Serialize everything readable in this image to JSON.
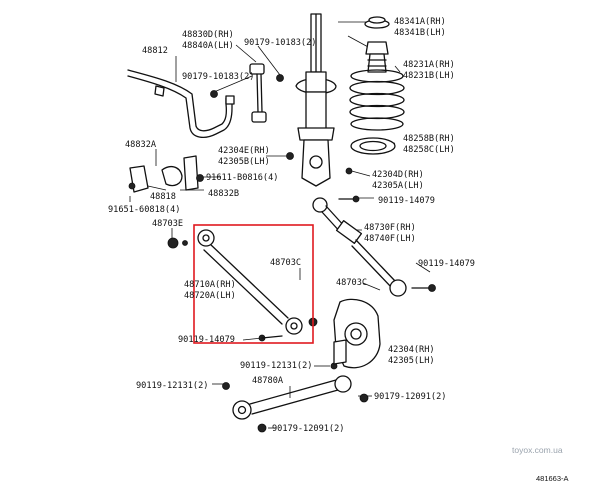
{
  "labels": {
    "p48812": "48812",
    "p48830": "48830D(RH)",
    "p48840": "48840A(LH)",
    "p90179_10183_a": "90179-10183(2)",
    "p90179_10183_b": "90179-10183(2)",
    "p48341a": "48341A(RH)",
    "p48341b": "48341B(LH)",
    "p48231a": "48231A(RH)",
    "p48231b": "48231B(LH)",
    "p48258b": "48258B(RH)",
    "p48258c": "48258C(LH)",
    "p48832a": "48832A",
    "p42304e": "42304E(RH)",
    "p42305b": "42305B(LH)",
    "p91611": "91611-B0816(4)",
    "p42304d": "42304D(RH)",
    "p42305a": "42305A(LH)",
    "p48818": "48818",
    "p48832b": "48832B",
    "p91651": "91651-60818(4)",
    "p90119_14079_a": "90119-14079",
    "p48703e": "48703E",
    "p48730f": "48730F(RH)",
    "p48740f": "48740F(LH)",
    "p48703c_a": "48703C",
    "p90119_14079_b": "90119-14079",
    "p48710a": "48710A(RH)",
    "p48720a": "48720A(LH)",
    "p48703c_b": "48703C",
    "p90119_14079_c": "90119-14079",
    "p42304": "42304(RH)",
    "p42305": "42305(LH)",
    "p90119_12131_a": "90119-12131(2)",
    "p48780a": "48780A",
    "p90119_12131_b": "90119-12131(2)",
    "p90179_12091_a": "90179-12091(2)",
    "p90179_12091_b": "90179-12091(2)"
  },
  "watermark": "toyox.com.ua",
  "figure_ref": "481663-A",
  "highlight_color": "#e0191f"
}
